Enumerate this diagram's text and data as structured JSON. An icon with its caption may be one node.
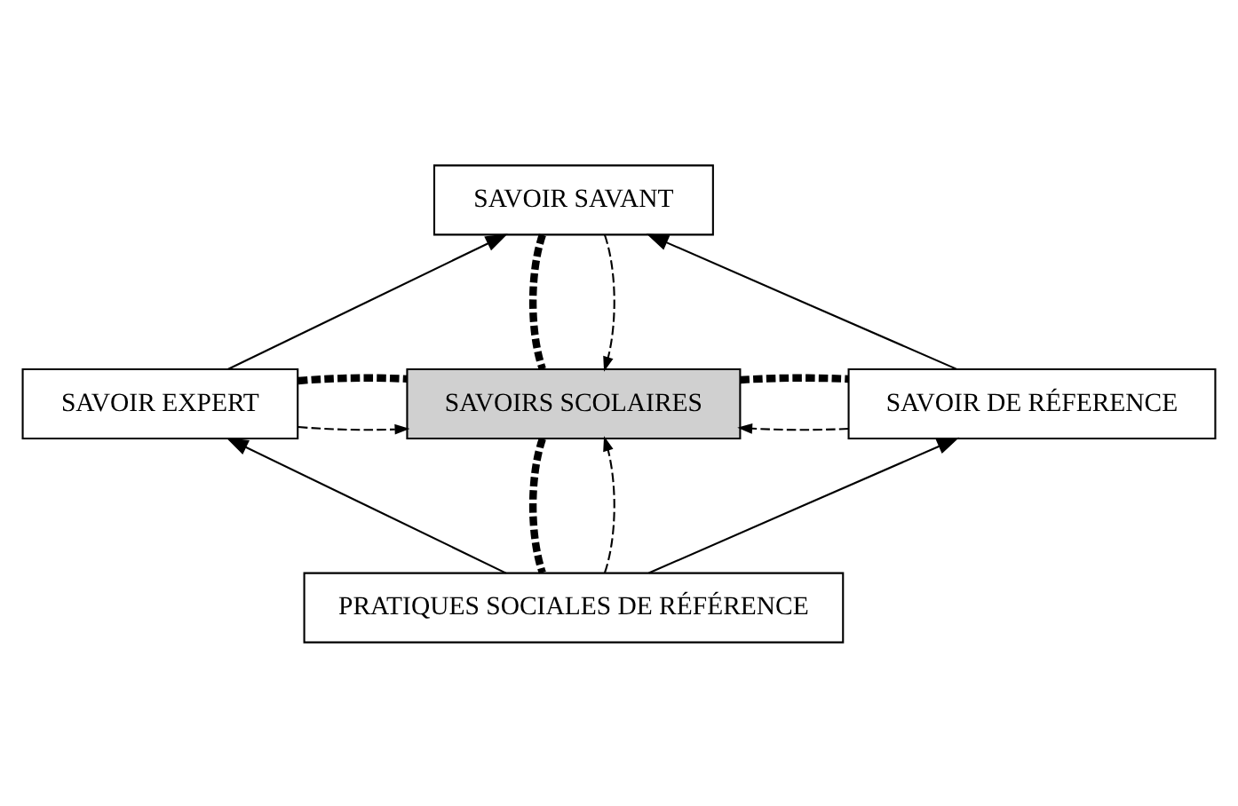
{
  "diagram": {
    "nodes": [
      {
        "text": [
          "SAVOIR SAVANT"
        ]
      },
      {
        "text": [
          "SAVOIR EXPERT"
        ]
      },
      {
        "text": [
          "SAVOIRS SCOLAIRES"
        ]
      },
      {
        "text": [
          "SAVOIR DE RÉFERENCE"
        ]
      },
      {
        "text": [
          "PRATIQUES SOCIALES DE RÉFÉRENCE"
        ]
      }
    ],
    "edges": [
      {
        "from": 1,
        "to": 0,
        "arrow": "to"
      },
      {
        "from": 3,
        "to": 0,
        "arrow": "to"
      },
      {
        "from": 0,
        "to": 2,
        "arrow": "none",
        "style": "dashed"
      },
      {
        "from": 0,
        "to": 2,
        "arrow": "to",
        "style": "dashed"
      },
      {
        "from": 1,
        "to": 2,
        "arrow": "to",
        "style": "dashed"
      },
      {
        "from": 1,
        "to": 2,
        "arrow": "none",
        "style": "dashed"
      },
      {
        "from": 3,
        "to": 2,
        "arrow": "to",
        "style": "dashed"
      },
      {
        "from": 2,
        "to": 3,
        "arrow": "none",
        "style": "dashed"
      },
      {
        "from": 2,
        "to": 4,
        "arrow": "none",
        "style": "dashed"
      },
      {
        "from": 4,
        "to": 2,
        "arrow": "to",
        "style": "dashed"
      },
      {
        "from": 4,
        "to": 1,
        "arrow": "to"
      },
      {
        "from": 4,
        "to": 3,
        "arrow": "to"
      }
    ]
  }
}
